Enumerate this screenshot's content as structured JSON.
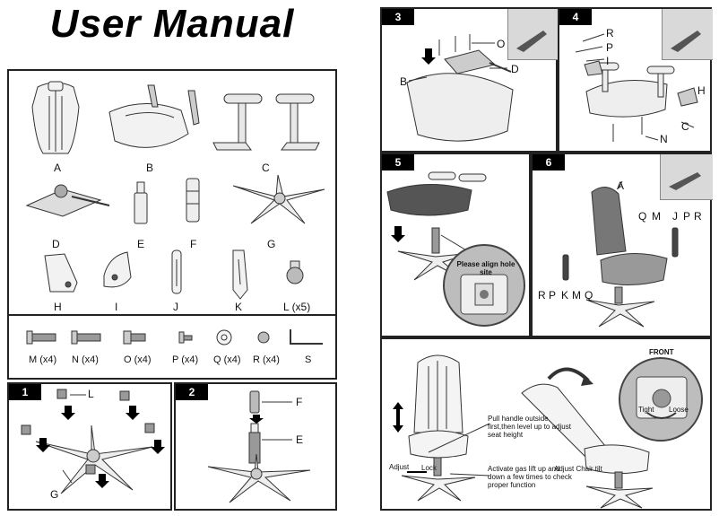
{
  "title": "User Manual",
  "parts": {
    "A": "A",
    "B": "B",
    "C": "C",
    "D": "D",
    "E": "E",
    "F": "F",
    "G": "G",
    "H": "H",
    "I": "I",
    "J": "J",
    "K": "K",
    "L": "L (x5)"
  },
  "hardware": {
    "M": "M (x4)",
    "N": "N (x4)",
    "O": "O (x4)",
    "P": "P (x4)",
    "Q": "Q (x4)",
    "R": "R (x4)",
    "S": "S"
  },
  "steps": {
    "s1": {
      "num": "1",
      "L": "L",
      "G": "G"
    },
    "s2": {
      "num": "2",
      "F": "F",
      "E": "E"
    },
    "s3": {
      "num": "3",
      "O": "O",
      "D": "D",
      "B": "B"
    },
    "s4": {
      "num": "4",
      "R": "R",
      "P": "P",
      "I": "I",
      "H": "H",
      "C": "C",
      "N": "N"
    },
    "s5": {
      "num": "5",
      "align": "Please align hole site"
    },
    "s6": {
      "num": "6",
      "A": "A",
      "Q": "Q",
      "M": "M",
      "J": "J",
      "P": "P",
      "R": "R",
      "R2": "R",
      "P2": "P",
      "K": "K",
      "M2": "M",
      "Q2": "Q"
    }
  },
  "adjust": {
    "pull": "Pull handle outside first,then level up to adjust seat height",
    "adjust": "Adjust",
    "lock": "Lock",
    "gas": "Activate gas lift up and down a few times to check proper function",
    "tilt": "Adjust Chair tilt",
    "front": "FRONT",
    "tight": "Tight",
    "loose": "Loose"
  }
}
